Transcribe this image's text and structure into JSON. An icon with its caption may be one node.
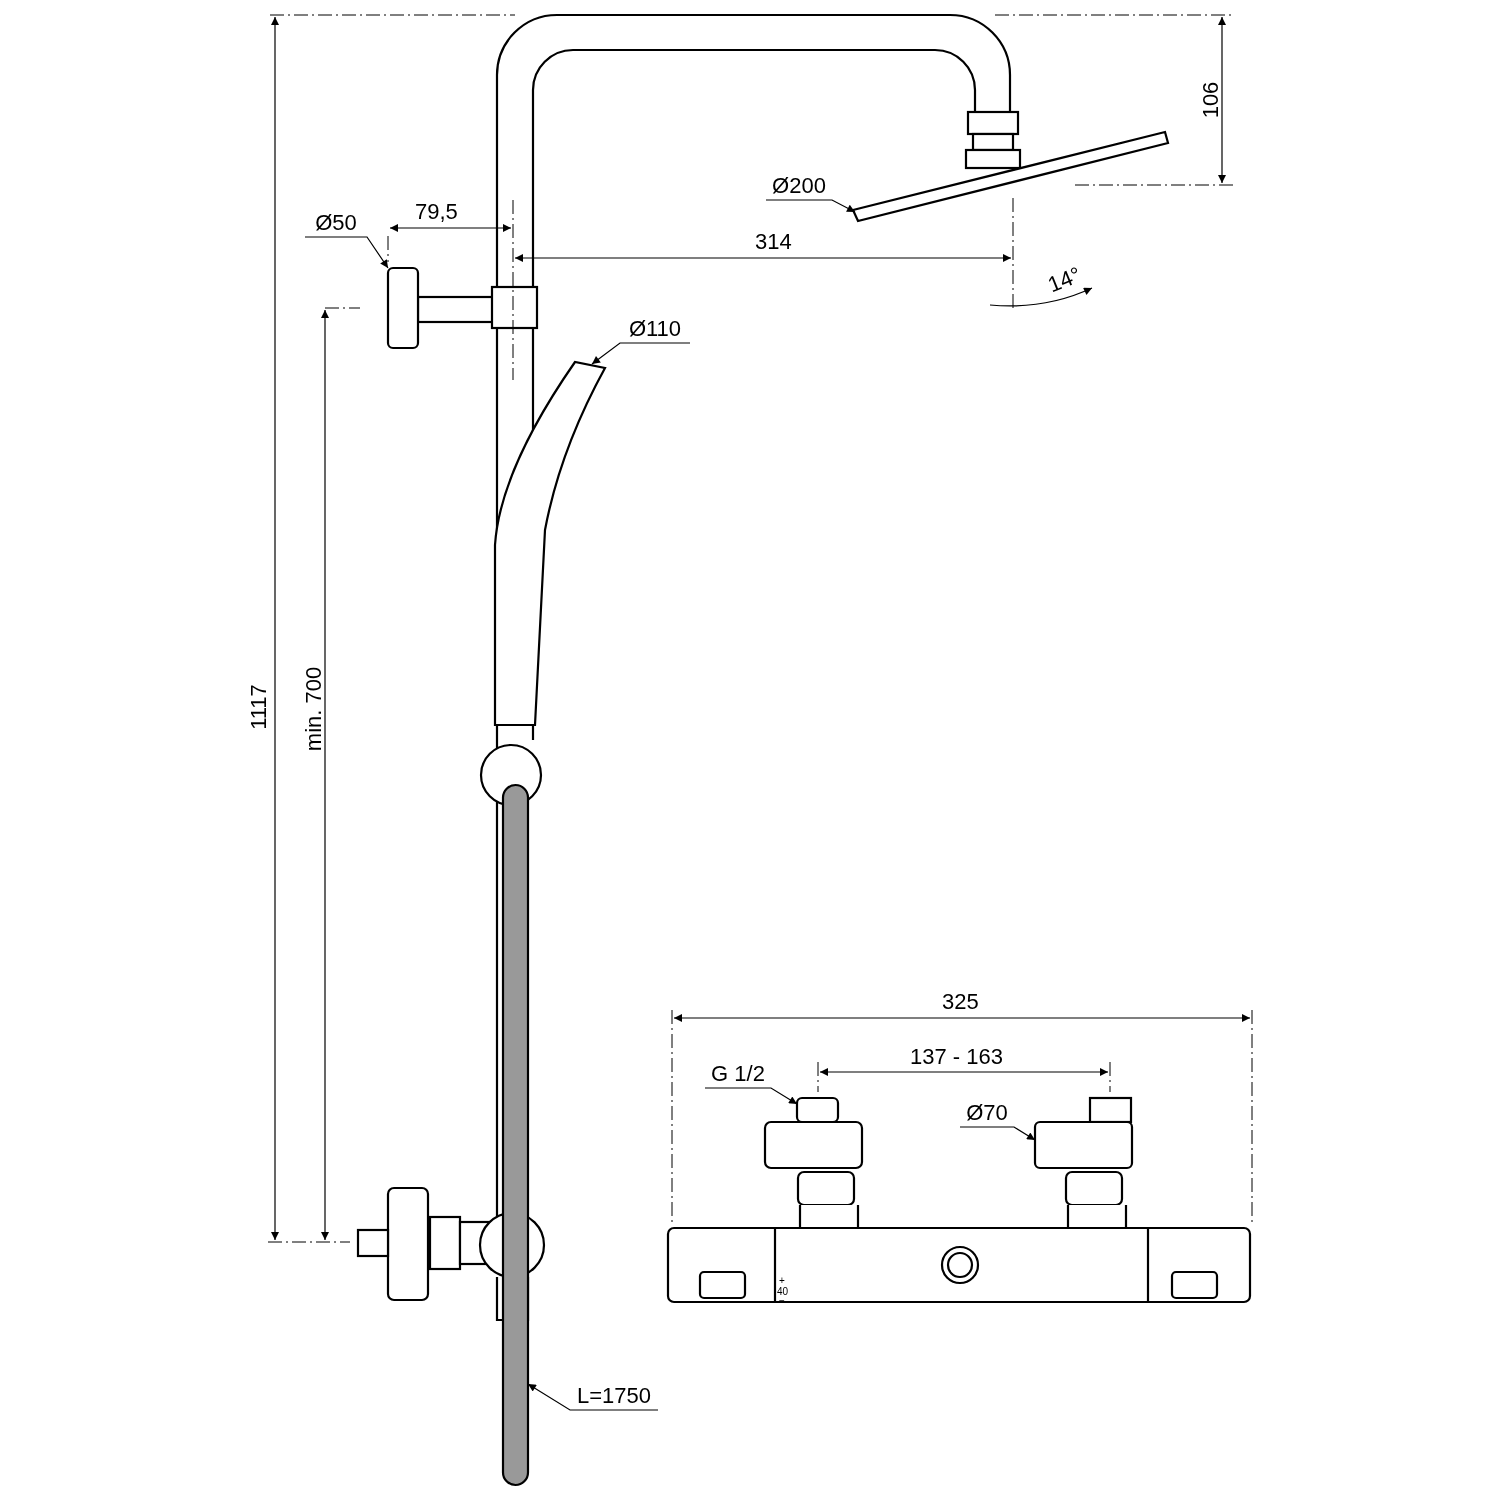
{
  "diagram": {
    "nodes": [
      {
        "text": [
          "Ø50"
        ]
      },
      {
        "text": [
          "Ø200"
        ]
      },
      {
        "text": [
          "Ø110"
        ]
      },
      {
        "text": [
          "L=1750"
        ]
      },
      {
        "text": [
          "G 1/2"
        ]
      },
      {
        "text": [
          "Ø70"
        ]
      },
      {
        "text": [],
        "shape": "box"
      },
      {
        "text": [],
        "shape": "bar"
      },
      {
        "text": [],
        "shape": "picture"
      },
      {
        "text": [],
        "shape": "bar"
      },
      {
        "text": [],
        "shape": "box"
      },
      {
        "text": [],
        "shape": "box"
      }
    ],
    "edges": [
      {
        "from": 0,
        "to": 6,
        "arrow": "to"
      },
      {
        "from": 1,
        "to": 7,
        "arrow": "to"
      },
      {
        "from": 2,
        "to": 8,
        "arrow": "to"
      },
      {
        "from": 3,
        "to": 9,
        "arrow": "to"
      },
      {
        "from": 4,
        "to": 10,
        "arrow": "to"
      },
      {
        "from": 5,
        "to": 11,
        "arrow": "to"
      }
    ],
    "labels": [
      "106",
      "79,5",
      "314",
      "14°",
      "1117",
      "min. 700",
      "325",
      "137 - 163",
      "+",
      "40",
      "−"
    ]
  }
}
